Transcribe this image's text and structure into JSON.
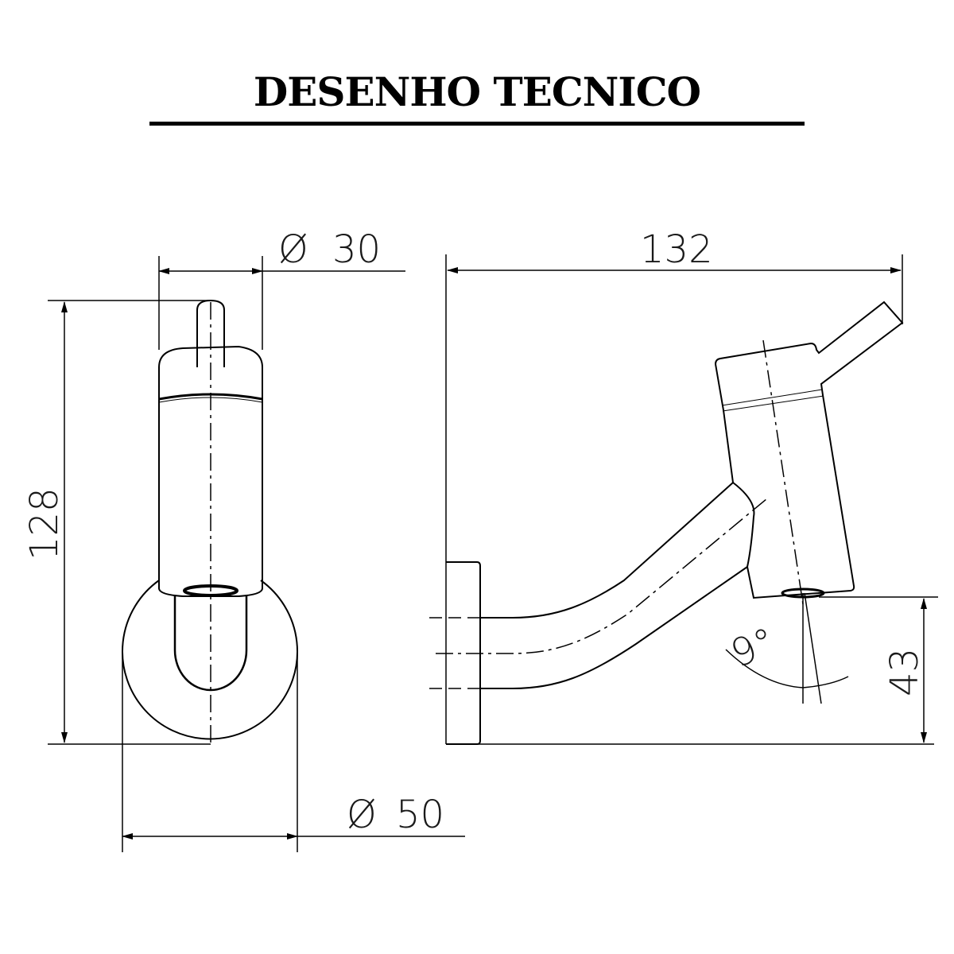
{
  "title": "DESENHO TECNICO",
  "front_view": {
    "diameter_top": {
      "symbol": "Ø",
      "value": "30"
    },
    "diameter_bottom": {
      "symbol": "Ø",
      "value": "50"
    },
    "height": "128"
  },
  "side_view": {
    "length": "132",
    "outlet_height": "43",
    "angle": "9°"
  },
  "colors": {
    "line": "#000000",
    "background": "#ffffff"
  }
}
